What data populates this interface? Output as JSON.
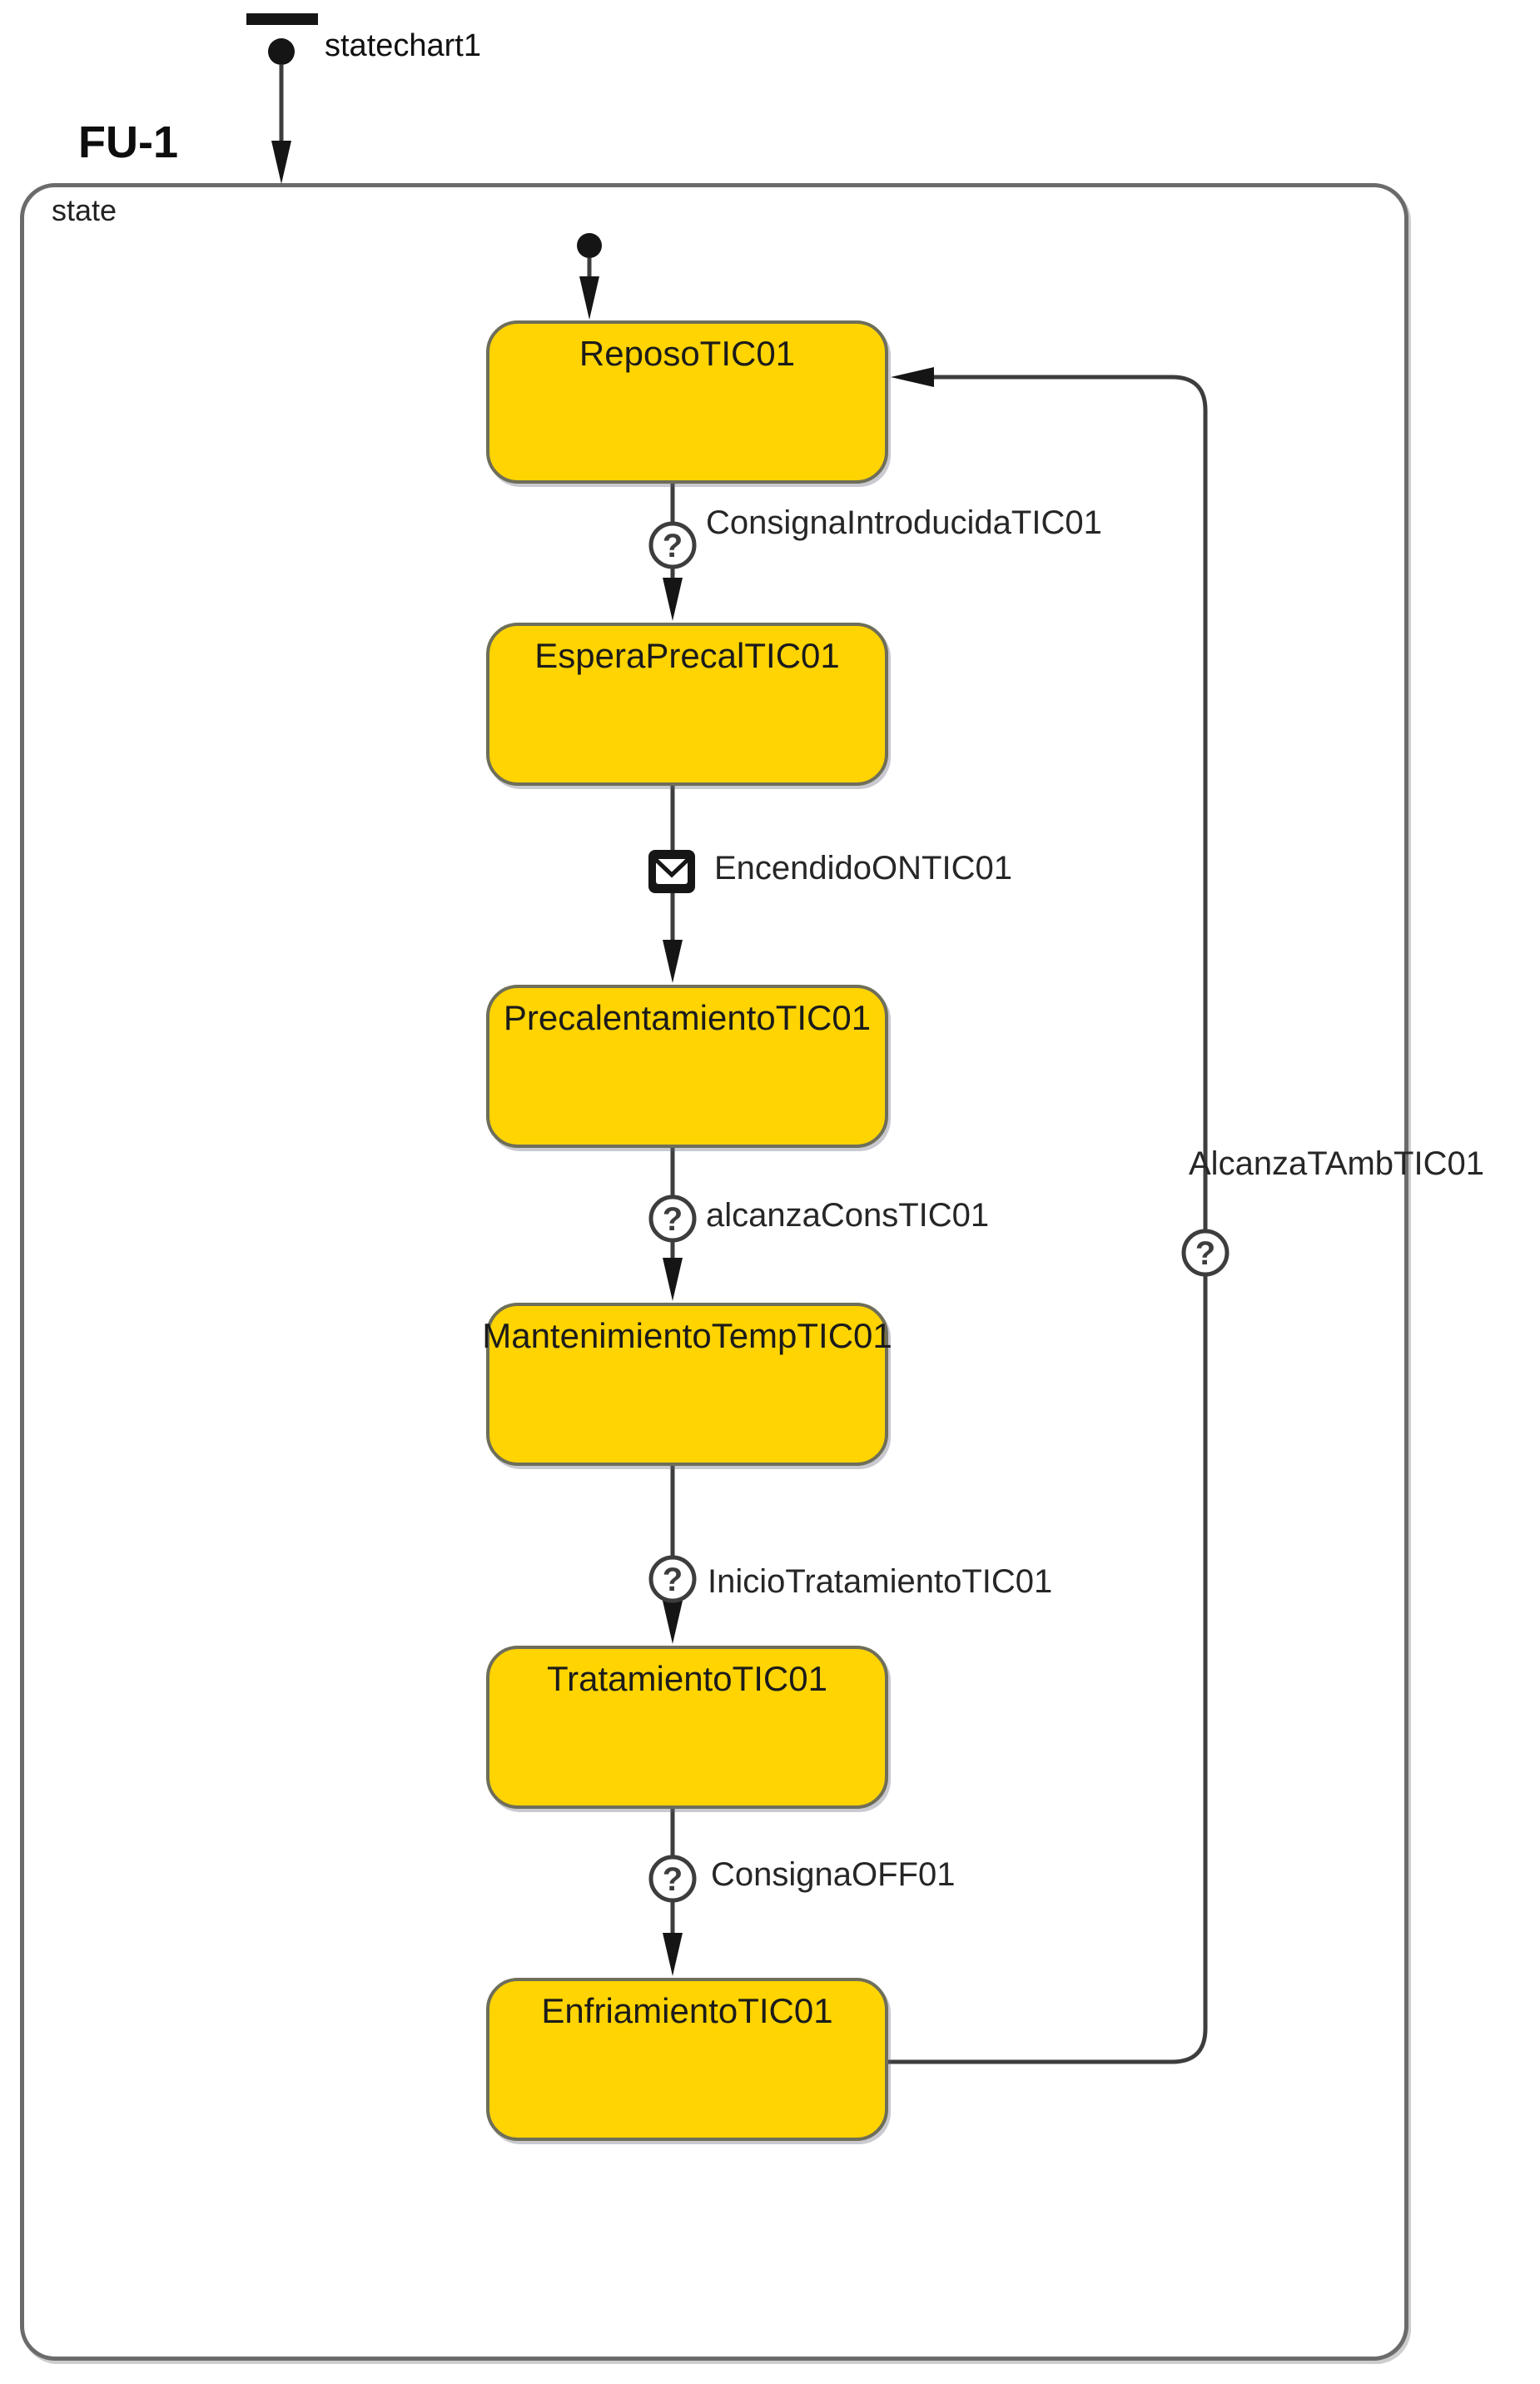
{
  "header": {
    "entry_label": "statechart1",
    "block_title": "FU-1",
    "container_label": "state"
  },
  "states": [
    {
      "name": "ReposoTIC01"
    },
    {
      "name": "EsperaPrecalTIC01"
    },
    {
      "name": "PrecalentamientoTIC01"
    },
    {
      "name": "MantenimientoTempTIC01"
    },
    {
      "name": "TratamientoTIC01"
    },
    {
      "name": "EnfriamientoTIC01"
    }
  ],
  "transitions": [
    {
      "name": "ConsignaIntroducidaTIC01",
      "trigger": "condition"
    },
    {
      "name": "EncendidoONTIC01",
      "trigger": "message"
    },
    {
      "name": "alcanzaConsTIC01",
      "trigger": "condition"
    },
    {
      "name": "InicioTratamientoTIC01",
      "trigger": "condition"
    },
    {
      "name": "ConsignaOFF01",
      "trigger": "condition"
    },
    {
      "name": "AlcanzaTAmbTIC01",
      "trigger": "condition"
    }
  ],
  "icons": {
    "question_mark": "?"
  },
  "colors": {
    "state_fill": "#FFD401",
    "state_border": "#6E6E5A",
    "wire": "#3D3D3D",
    "container_border": "#6B6B6B",
    "text": "#1F1F1F"
  }
}
